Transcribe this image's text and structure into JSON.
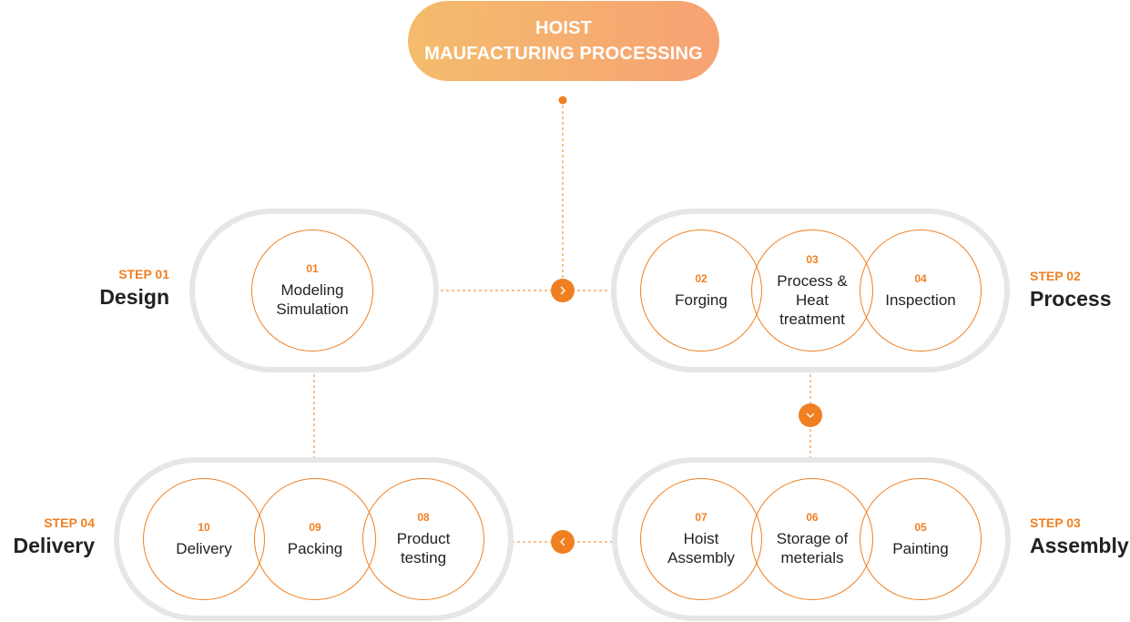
{
  "title": {
    "line1": "HOIST",
    "line2": "MAUFACTURING PROCESSING"
  },
  "steps": [
    {
      "label": "STEP 01",
      "name": "Design"
    },
    {
      "label": "STEP 02",
      "name": "Process"
    },
    {
      "label": "STEP 03",
      "name": "Assembly"
    },
    {
      "label": "STEP 04",
      "name": "Delivery"
    }
  ],
  "nodes": [
    {
      "num": "01",
      "text": "Modeling Simulation"
    },
    {
      "num": "02",
      "text": "Forging"
    },
    {
      "num": "03",
      "text": "Process & Heat treatment"
    },
    {
      "num": "04",
      "text": "Inspection"
    },
    {
      "num": "05",
      "text": "Painting"
    },
    {
      "num": "06",
      "text": "Storage of meterials"
    },
    {
      "num": "07",
      "text": "Hoist Assembly"
    },
    {
      "num": "08",
      "text": "Product testing"
    },
    {
      "num": "09",
      "text": "Packing"
    },
    {
      "num": "10",
      "text": "Delivery"
    }
  ],
  "colors": {
    "accent": "#f07f22",
    "capsule_border": "#e6e6e6",
    "title_gradient": [
      "#f4bc6c",
      "#f7a273"
    ]
  },
  "icons": {
    "right": "chevron-right-icon",
    "down": "chevron-down-icon",
    "left": "chevron-left-icon"
  }
}
